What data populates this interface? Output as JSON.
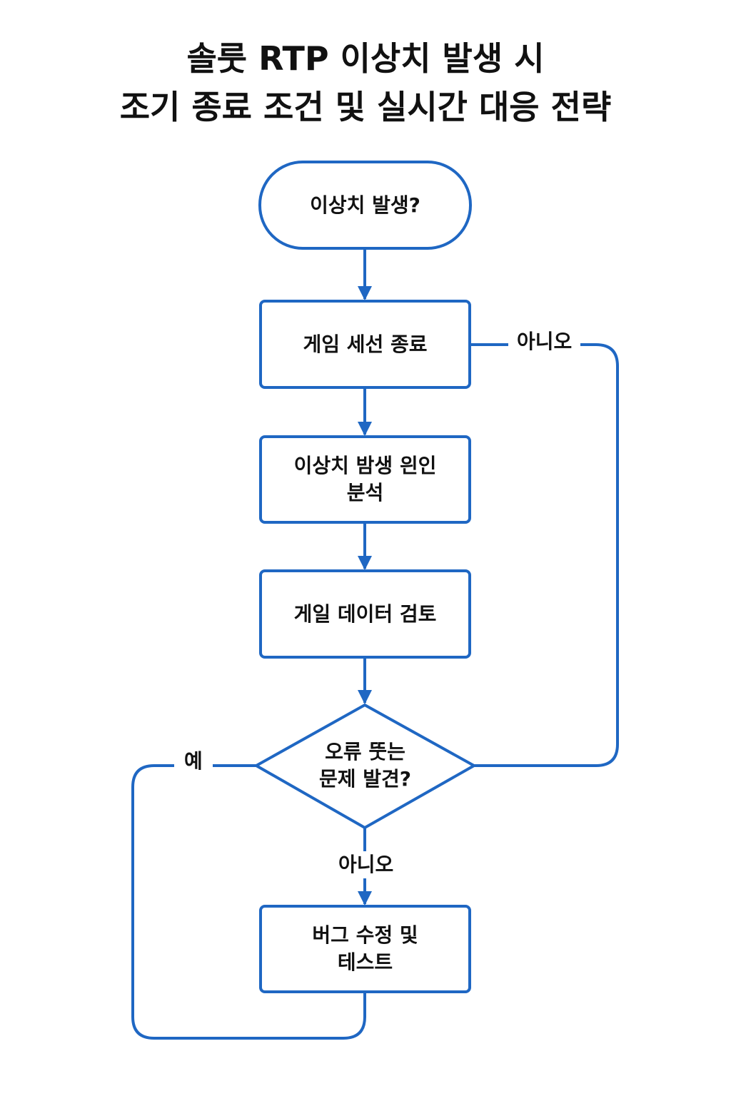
{
  "title": {
    "line1": "솔룻 RTP 이상치 발생 시",
    "line2": "조기 종료 조건 및 실시간 대응 전략"
  },
  "nodes": {
    "start": "이상치 발생?",
    "end_session": "게임 세선 종료",
    "analyze_line1": "이상치 밤생 읜인",
    "analyze_line2": "분석",
    "review": "게일 데이터 검토",
    "decision_line1": "오류 뚯는",
    "decision_line2": "문제 발견?",
    "fix_line1": "버그 수정 및",
    "fix_line2": "테스트"
  },
  "edges": {
    "no_top": "아니오",
    "yes_left": "예",
    "no_bottom": "아니오"
  },
  "colors": {
    "stroke": "#1f67c3",
    "text": "#111111",
    "background": "#ffffff"
  }
}
